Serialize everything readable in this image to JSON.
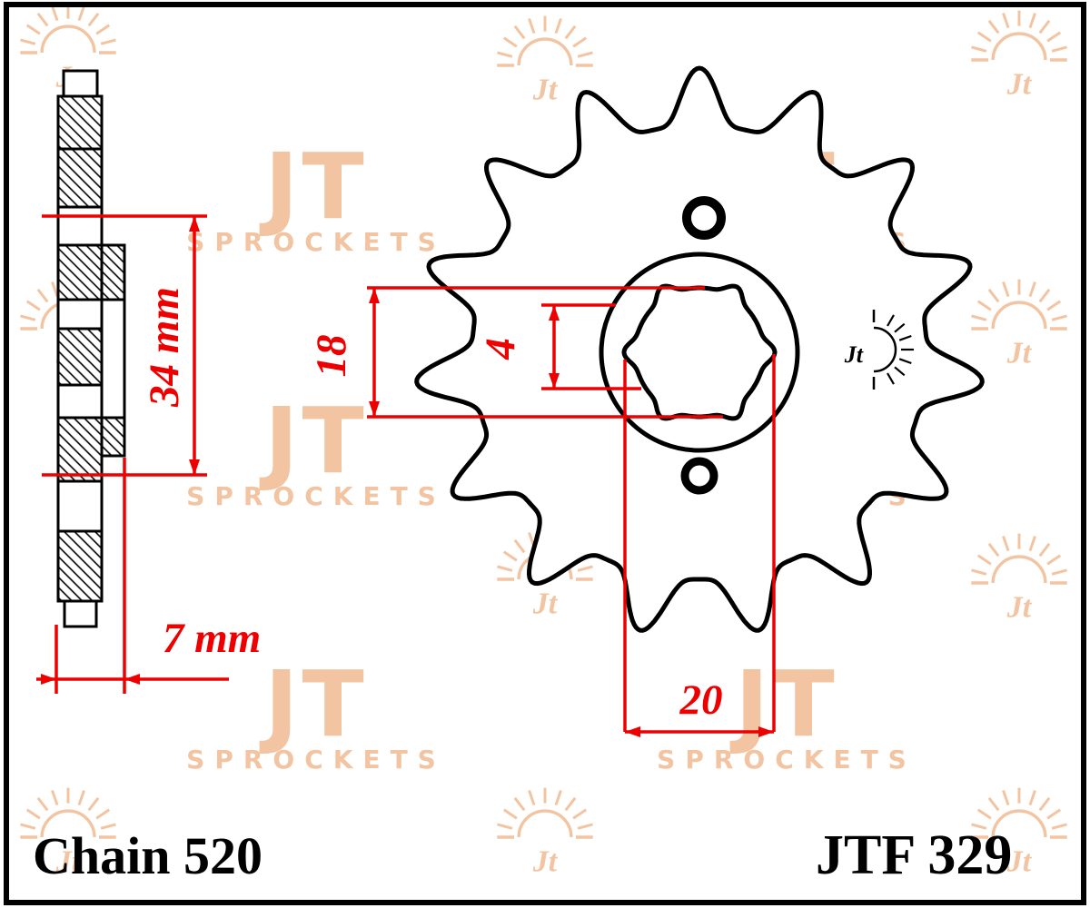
{
  "footer": {
    "chain": "Chain 520",
    "part_number": "JTF 329"
  },
  "dimensions": {
    "d34": {
      "label": "34 mm"
    },
    "d18": {
      "label": "18"
    },
    "d4": {
      "label": "4"
    },
    "d7": {
      "label": "7 mm"
    },
    "d20": {
      "label": "20"
    }
  },
  "watermark": {
    "brand": "JT",
    "subtitle": "SPROCKETS",
    "monogram": "Jt"
  },
  "colors": {
    "dimension_red": "#ee0000",
    "watermark_peach": "#f2c4a1",
    "line_black": "#000000",
    "background": "#ffffff"
  }
}
